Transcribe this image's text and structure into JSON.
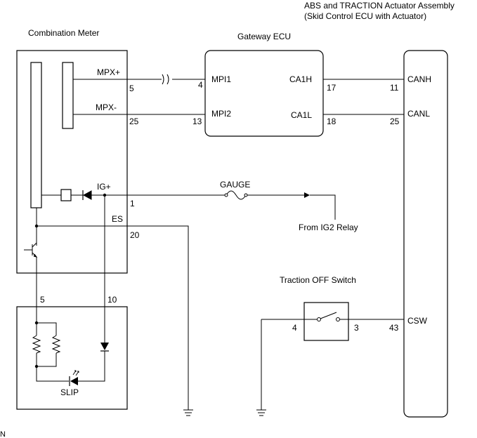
{
  "components": {
    "abs_title_line1": "ABS and TRACTION Actuator Assembly",
    "abs_title_line2": "(Skid Control ECU with Actuator)",
    "combination_meter": "Combination Meter",
    "gateway_ecu": "Gateway ECU",
    "traction_off_switch": "Traction OFF Switch",
    "slip": "SLIP",
    "gauge_fuse": "GAUGE",
    "from_ig2_relay": "From IG2 Relay"
  },
  "signals": {
    "mpx_plus": "MPX+",
    "mpx_minus": "MPX-",
    "ig_plus": "IG+",
    "es": "ES",
    "mpi1": "MPI1",
    "mpi2": "MPI2",
    "ca1h": "CA1H",
    "ca1l": "CA1L",
    "canh": "CANH",
    "canl": "CANL",
    "csw": "CSW"
  },
  "pins": {
    "meter_mpx_plus": "5",
    "meter_mpx_minus": "25",
    "meter_ig_plus": "1",
    "meter_es": "20",
    "gw_mpi1": "4",
    "gw_mpi2": "13",
    "gw_ca1h": "17",
    "gw_ca1l": "18",
    "abs_canh": "11",
    "abs_canl": "25",
    "abs_csw": "43",
    "switch_left": "4",
    "switch_right": "3",
    "slip_transistor": "5",
    "slip_ig": "10"
  },
  "footer_mark": "N"
}
